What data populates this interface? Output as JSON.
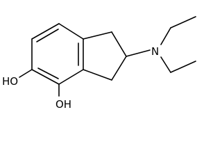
{
  "molecule": {
    "atoms": {
      "nitrogen": "N",
      "hydroxyl_upper": "HO",
      "hydroxyl_lower": "OH"
    },
    "colors": {
      "bond": "#000000",
      "text": "#000000",
      "background": "#ffffff"
    }
  }
}
